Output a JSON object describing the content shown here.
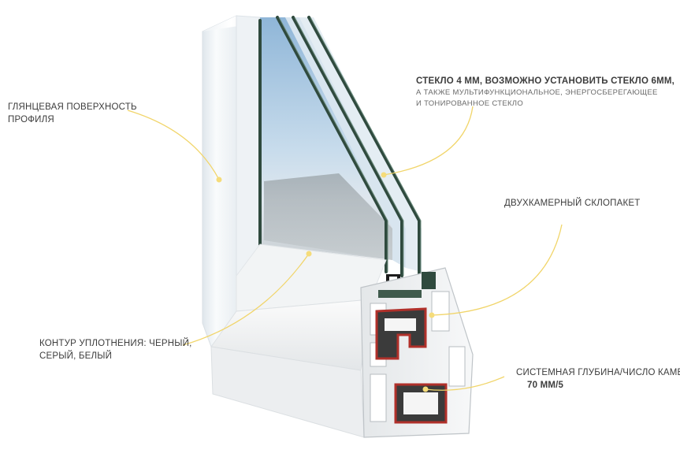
{
  "colors": {
    "callout_line": "#f1d56a",
    "callout_dot": "#f5dc7a",
    "frame_white": "#f4f5f6",
    "glass_edge": "#2f4a3e",
    "sky": "#a9c9e3",
    "seal_red": "#b0302a",
    "text": "#3c3c3c"
  },
  "labels": {
    "glossy_surface": {
      "lines": [
        "ГЛЯНЦЕВАЯ ПОВЕРХНОСТЬ",
        "ПРОФИЛЯ"
      ]
    },
    "glass": {
      "title": "СТЕКЛО 4 ММ, ВОЗМОЖНО УСТАНОВИТЬ СТЕКЛО 6ММ,",
      "sub_lines": [
        "А ТАКЖЕ МУЛЬТИФУНКЦИОНАЛЬНОЕ, ЭНЕРГОСБЕРЕГАЮЩЕЕ",
        "И ТОНИРОВАННОЕ СТЕКЛО"
      ]
    },
    "glass_unit": {
      "lines": [
        "ДВУХКАМЕРНЫЙ СКЛОПАКЕТ"
      ]
    },
    "seal_contour": {
      "lines": [
        "КОНТУР УПЛОТНЕНИЯ: ЧЕРНЫЙ,",
        "СЕРЫЙ, БЕЛЫЙ"
      ]
    },
    "system_depth": {
      "lines": [
        "СИСТЕМНАЯ ГЛУБИНА/ЧИСЛО КАМЕР:",
        "70 ММ/5"
      ]
    }
  }
}
